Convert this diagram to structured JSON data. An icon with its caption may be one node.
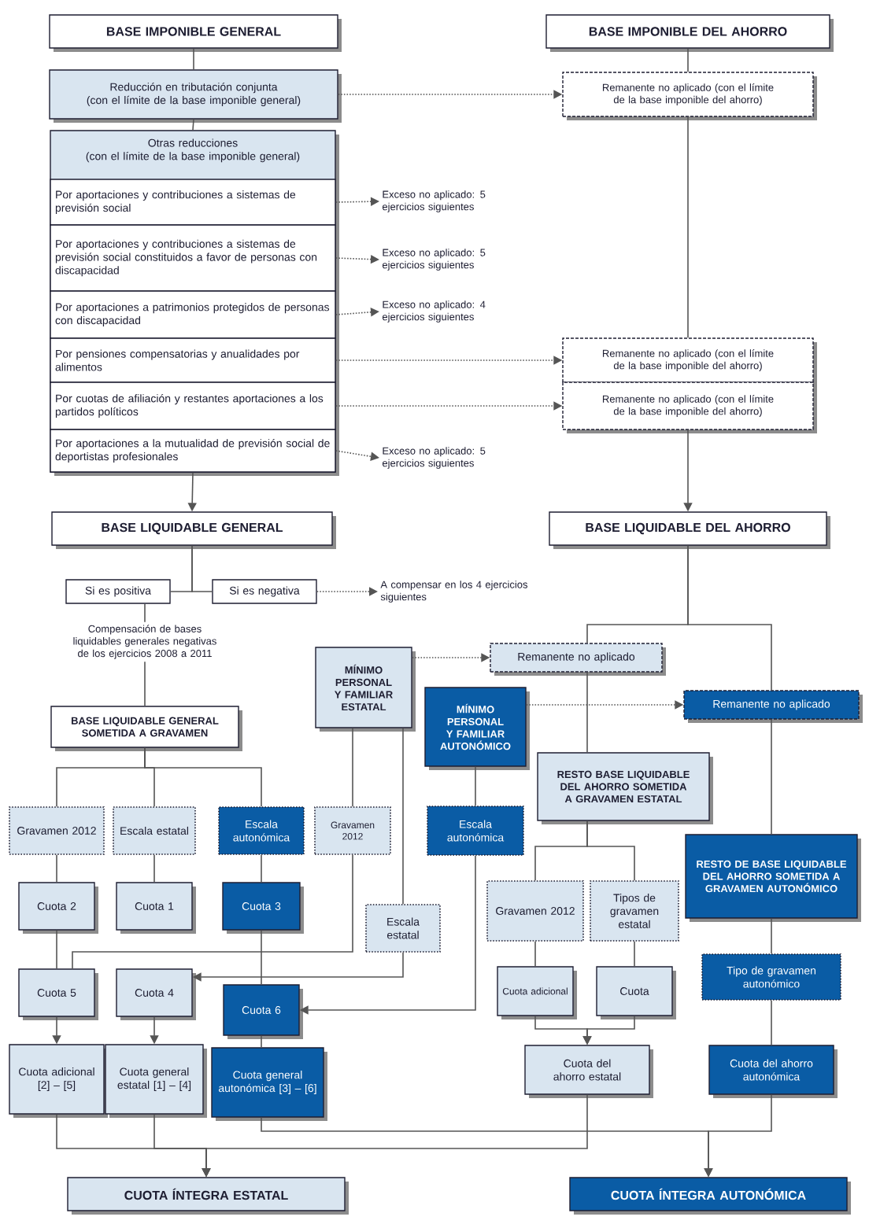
{
  "diagram": {
    "nodes": [
      {
        "text": [
          "BASE IMPONIBLE GENERAL"
        ]
      },
      {
        "text": [
          "BASE IMPONIBLE DEL AHORRO"
        ]
      },
      {
        "text": [
          "Reducción en tributación conjunta",
          "(con el límite de la base imponible general)"
        ]
      },
      {
        "text": [
          "Remanente no aplicado (con el límite de la base imponible del ahorro)"
        ]
      },
      {
        "text": [
          "Otras reducciones",
          "(con el límite de la base imponible general)"
        ]
      },
      {
        "text": [
          "Por aportaciones y contribuciones a sistemas de previsión social"
        ],
        "in": 4
      },
      {
        "text": [
          "Por aportaciones y contribuciones a sistemas de previsión social constituidos a favor de personas con discapacidad"
        ],
        "in": 4
      },
      {
        "text": [
          "Por aportaciones a patrimonios protegidos de personas con discapacidad"
        ],
        "in": 4
      },
      {
        "text": [
          "Por pensiones compensatorias y anualidades por alimentos"
        ],
        "in": 4
      },
      {
        "text": [
          "Por cuotas de afiliación y restantes aportaciones a los partidos políticos"
        ],
        "in": 4
      },
      {
        "text": [
          "Por aportaciones a la mutualidad de previsión social de deportistas profesionales"
        ],
        "in": 4
      },
      {
        "text": [
          "Exceso no aplicado: 5 ejercicios siguientes"
        ]
      },
      {
        "text": [
          "Exceso no aplicado: 5 ejercicios siguientes"
        ]
      },
      {
        "text": [
          "Exceso no aplicado: 4 ejercicios siguientes"
        ]
      },
      {
        "text": [
          "Remanente no aplicado (con el límite de la base imponible del ahorro)"
        ]
      },
      {
        "text": [
          "Remanente no aplicado (con el límite de la base imponible del ahorro)"
        ]
      },
      {
        "text": [
          "Exceso no aplicado: 5 ejercicios siguientes"
        ]
      },
      {
        "text": [
          "BASE LIQUIDABLE GENERAL"
        ]
      },
      {
        "text": [
          "BASE LIQUIDABLE DEL AHORRO"
        ]
      },
      {
        "text": [
          "Si es positiva"
        ]
      },
      {
        "text": [
          "Si es negativa"
        ]
      },
      {
        "text": [
          "A compensar en los 4 ejercicios siguientes"
        ]
      },
      {
        "text": [
          "Compensación de bases liquidables generales negativas de los ejercicios 2008 a 2011"
        ]
      },
      {
        "text": [
          "BASE LIQUIDABLE GENERAL SOMETIDA A GRAVAMEN"
        ]
      },
      {
        "text": [
          "MÍNIMO PERSONAL Y FAMILIAR ESTATAL"
        ]
      },
      {
        "text": [
          "Remanente no aplicado"
        ]
      },
      {
        "text": [
          "MÍNIMO PERSONAL Y FAMILIAR AUTONÓMICO"
        ]
      },
      {
        "text": [
          "Remanente no aplicado"
        ]
      },
      {
        "text": [
          "RESTO BASE LIQUIDABLE DEL AHORRO SOMETIDA A GRAVAMEN ESTATAL"
        ]
      },
      {
        "text": [
          "RESTO DE BASE LIQUIDABLE DEL AHORRO SOMETIDA A GRAVAMEN AUTONÓMICO"
        ]
      },
      {
        "text": [
          "Gravamen 2012"
        ]
      },
      {
        "text": [
          "Escala estatal"
        ]
      },
      {
        "text": [
          "Escala autonómica"
        ]
      },
      {
        "text": [
          "Gravamen 2012"
        ]
      },
      {
        "text": [
          "Escala autonómica"
        ]
      },
      {
        "text": [
          "Gravamen 2012"
        ]
      },
      {
        "text": [
          "Tipos de gravamen estatal"
        ]
      },
      {
        "text": [
          "Cuota 2"
        ]
      },
      {
        "text": [
          "Cuota 1"
        ]
      },
      {
        "text": [
          "Cuota 3"
        ]
      },
      {
        "text": [
          "Escala estatal"
        ]
      },
      {
        "text": [
          "Tipo de gravamen autonómico"
        ]
      },
      {
        "text": [
          "Cuota 5"
        ]
      },
      {
        "text": [
          "Cuota 4"
        ]
      },
      {
        "text": [
          "Cuota 6"
        ]
      },
      {
        "text": [
          "Cuota adicional"
        ]
      },
      {
        "text": [
          "Cuota"
        ]
      },
      {
        "text": [
          "Cuota adicional [2] – [5]"
        ]
      },
      {
        "text": [
          "Cuota general estatal [1] – [4]"
        ]
      },
      {
        "text": [
          "Cuota general autonómica [3] – [6]"
        ]
      },
      {
        "text": [
          "Cuota del ahorro estatal"
        ]
      },
      {
        "text": [
          "Cuota del ahorro autonómica"
        ]
      },
      {
        "text": [
          "CUOTA ÍNTEGRA ESTATAL"
        ]
      },
      {
        "text": [
          "CUOTA ÍNTEGRA AUTONÓMICA"
        ]
      }
    ],
    "edges": [
      {
        "from": 0,
        "to": 2,
        "arrow": "none"
      },
      {
        "from": 2,
        "to": 4,
        "arrow": "none"
      },
      {
        "from": 4,
        "to": 17,
        "arrow": "to"
      },
      {
        "from": 1,
        "to": 3,
        "arrow": "none"
      },
      {
        "from": 3,
        "to": 14,
        "arrow": "none"
      },
      {
        "from": 15,
        "to": 18,
        "arrow": "to"
      },
      {
        "from": 2,
        "to": 3,
        "arrow": "to",
        "style": "dashed"
      },
      {
        "from": 5,
        "to": 11,
        "arrow": "to",
        "style": "dashed"
      },
      {
        "from": 6,
        "to": 12,
        "arrow": "to",
        "style": "dashed"
      },
      {
        "from": 7,
        "to": 13,
        "arrow": "to",
        "style": "dashed"
      },
      {
        "from": 8,
        "to": 14,
        "arrow": "to",
        "style": "dashed"
      },
      {
        "from": 9,
        "to": 15,
        "arrow": "to",
        "style": "dashed"
      },
      {
        "from": 10,
        "to": 16,
        "arrow": "to",
        "style": "dashed"
      },
      {
        "from": 17,
        "to": 19,
        "arrow": "none"
      },
      {
        "from": 17,
        "to": 20,
        "arrow": "none"
      },
      {
        "from": 20,
        "to": 21,
        "arrow": "to",
        "style": "dashed"
      },
      {
        "from": 19,
        "to": 22,
        "arrow": "none"
      },
      {
        "from": 23,
        "to": 30,
        "arrow": "none"
      },
      {
        "from": 23,
        "to": 31,
        "arrow": "none"
      },
      {
        "from": 23,
        "to": 32,
        "arrow": "none"
      },
      {
        "from": 30,
        "to": 37,
        "arrow": "none"
      },
      {
        "from": 31,
        "to": 38,
        "arrow": "none"
      },
      {
        "from": 32,
        "to": 39,
        "arrow": "none"
      },
      {
        "from": 37,
        "to": 42,
        "arrow": "none"
      },
      {
        "from": 24,
        "to": 33,
        "arrow": "none"
      },
      {
        "from": 33,
        "to": 42,
        "arrow": "none"
      },
      {
        "from": 24,
        "to": 40,
        "arrow": "none"
      },
      {
        "from": 40,
        "to": 43,
        "arrow": "to"
      },
      {
        "from": 39,
        "to": 44,
        "arrow": "none"
      },
      {
        "from": 26,
        "to": 34,
        "arrow": "none"
      },
      {
        "from": 34,
        "to": 44,
        "arrow": "to"
      },
      {
        "from": 42,
        "to": 47,
        "arrow": "to"
      },
      {
        "from": 43,
        "to": 48,
        "arrow": "to"
      },
      {
        "from": 44,
        "to": 49,
        "arrow": "none"
      },
      {
        "from": 47,
        "to": 52,
        "arrow": "to"
      },
      {
        "from": 48,
        "to": 52,
        "arrow": "to"
      },
      {
        "from": 49,
        "to": 53,
        "arrow": "to"
      },
      {
        "from": 50,
        "to": 52,
        "arrow": "to"
      },
      {
        "from": 51,
        "to": 53,
        "arrow": "to"
      },
      {
        "from": 18,
        "to": 25,
        "arrow": "none"
      },
      {
        "from": 18,
        "to": 27,
        "arrow": "none"
      },
      {
        "from": 25,
        "to": 28,
        "arrow": "none"
      },
      {
        "from": 27,
        "to": 29,
        "arrow": "none"
      },
      {
        "from": 24,
        "to": 25,
        "arrow": "to",
        "style": "dashed"
      },
      {
        "from": 26,
        "to": 27,
        "arrow": "to",
        "style": "dashed"
      },
      {
        "from": 28,
        "to": 35,
        "arrow": "none"
      },
      {
        "from": 28,
        "to": 36,
        "arrow": "none"
      },
      {
        "from": 35,
        "to": 45,
        "arrow": "none"
      },
      {
        "from": 36,
        "to": 46,
        "arrow": "none"
      },
      {
        "from": 45,
        "to": 50,
        "arrow": "to"
      },
      {
        "from": 46,
        "to": 50,
        "arrow": "to"
      },
      {
        "from": 29,
        "to": 41,
        "arrow": "none"
      },
      {
        "from": 41,
        "to": 51,
        "arrow": "none"
      },
      {
        "from": 22,
        "to": 23,
        "arrow": "none"
      }
    ]
  }
}
